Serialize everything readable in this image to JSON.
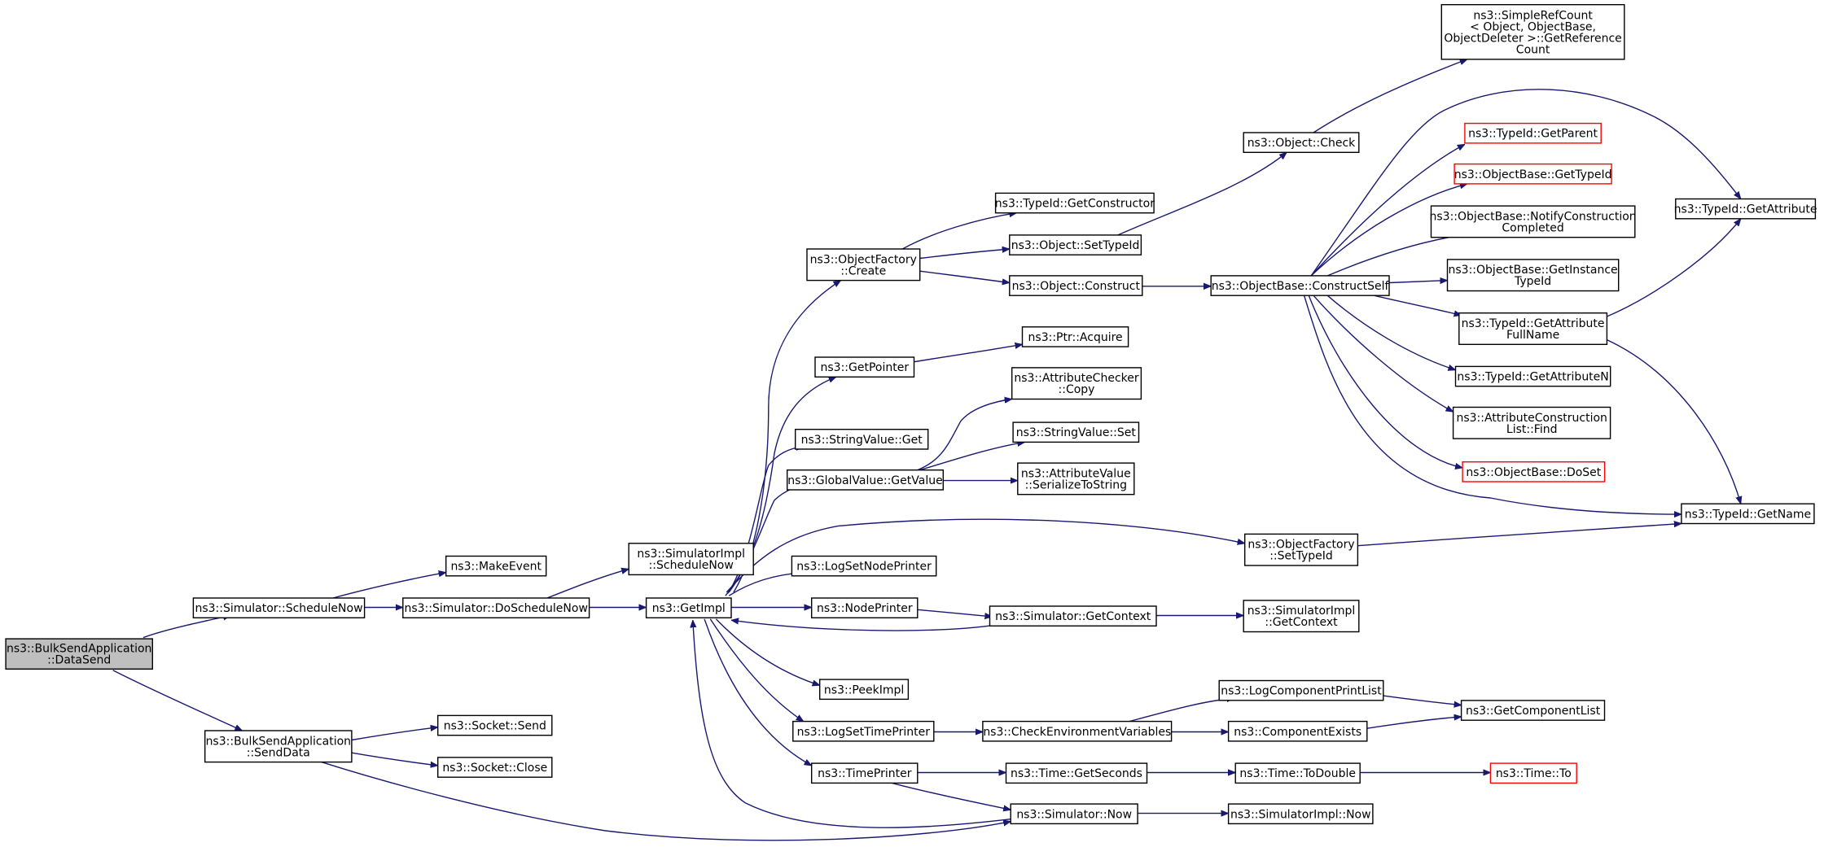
{
  "colors": {
    "edge": "#191970",
    "root_fill": "#bfbfbf",
    "missing_border": "#ff0000"
  },
  "nodes": {
    "datasend": [
      "ns3::BulkSendApplication",
      "::DataSend"
    ],
    "schedulenow": [
      "ns3::Simulator::ScheduleNow"
    ],
    "senddata": [
      "ns3::BulkSendApplication",
      "::SendData"
    ],
    "makeevent": [
      "ns3::MakeEvent"
    ],
    "doschedulenow": [
      "ns3::Simulator::DoScheduleNow"
    ],
    "socketsend": [
      "ns3::Socket::Send"
    ],
    "socketclose": [
      "ns3::Socket::Close"
    ],
    "simimplschedulenow": [
      "ns3::SimulatorImpl",
      "::ScheduleNow"
    ],
    "getimpl": [
      "ns3::GetImpl"
    ],
    "ofcreate": [
      "ns3::ObjectFactory",
      "::Create"
    ],
    "getpointer": [
      "ns3::GetPointer"
    ],
    "stringvalueget": [
      "ns3::StringValue::Get"
    ],
    "globalvaluegetvalue": [
      "ns3::GlobalValue::GetValue"
    ],
    "logsetnodeprinter": [
      "ns3::LogSetNodePrinter"
    ],
    "nodeprinter": [
      "ns3::NodePrinter"
    ],
    "peekimpl": [
      "ns3::PeekImpl"
    ],
    "logsettimeprinter": [
      "ns3::LogSetTimePrinter"
    ],
    "timeprinter": [
      "ns3::TimePrinter"
    ],
    "typeidgetconstructor": [
      "ns3::TypeId::GetConstructor"
    ],
    "objectsettypeid": [
      "ns3::Object::SetTypeId"
    ],
    "objectconstruct": [
      "ns3::Object::Construct"
    ],
    "ptracquire": [
      "ns3::Ptr::Acquire"
    ],
    "attrcheckercopy": [
      "ns3::AttributeChecker",
      "::Copy"
    ],
    "stringvalueset": [
      "ns3::StringValue::Set"
    ],
    "attrvalueserialize": [
      "ns3::AttributeValue",
      "::SerializeToString"
    ],
    "simgetcontext": [
      "ns3::Simulator::GetContext"
    ],
    "checkenv": [
      "ns3::CheckEnvironmentVariables"
    ],
    "timegetseconds": [
      "ns3::Time::GetSeconds"
    ],
    "simnow": [
      "ns3::Simulator::Now"
    ],
    "objectcheck": [
      "ns3::Object::Check"
    ],
    "objectbaseconstructself": [
      "ns3::ObjectBase::ConstructSelf"
    ],
    "ofsettypeid": [
      "ns3::ObjectFactory",
      "::SetTypeId"
    ],
    "simimplgetcontext": [
      "ns3::SimulatorImpl",
      "::GetContext"
    ],
    "logcomponentprintlist": [
      "ns3::LogComponentPrintList"
    ],
    "componentexists": [
      "ns3::ComponentExists"
    ],
    "timetodouble": [
      "ns3::Time::ToDouble"
    ],
    "simimplnow": [
      "ns3::SimulatorImpl::Now"
    ],
    "simplerefcount": [
      "ns3::SimpleRefCount",
      "< Object, ObjectBase,",
      "ObjectDeleter >::GetReference",
      "Count"
    ],
    "typeidgetparent": [
      "ns3::TypeId::GetParent"
    ],
    "objectbasegettypeid": [
      "ns3::ObjectBase::GetTypeId"
    ],
    "notifyconstruction": [
      "ns3::ObjectBase::NotifyConstruction",
      "Completed"
    ],
    "getinstancetypeid": [
      "ns3::ObjectBase::GetInstance",
      "TypeId"
    ],
    "getattributefullname": [
      "ns3::TypeId::GetAttribute",
      "FullName"
    ],
    "getattributen": [
      "ns3::TypeId::GetAttributeN"
    ],
    "attrconstructionfind": [
      "ns3::AttributeConstruction",
      "List::Find"
    ],
    "objectbasedoset": [
      "ns3::ObjectBase::DoSet"
    ],
    "getcomponentlist": [
      "ns3::GetComponentList"
    ],
    "timeto": [
      "ns3::Time::To"
    ],
    "typeidgetattribute": [
      "ns3::TypeId::GetAttribute"
    ],
    "typeidgetname": [
      "ns3::TypeId::GetName"
    ]
  }
}
